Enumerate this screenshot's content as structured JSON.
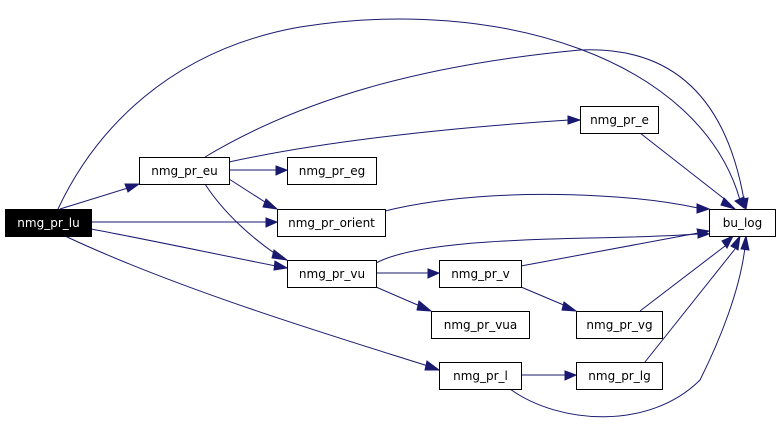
{
  "colors": {
    "edge": "#191970",
    "node_border": "#000000",
    "node_fill": "#ffffff",
    "root_fill": "#000000",
    "root_text": "#ffffff"
  },
  "nodes": [
    {
      "id": "lu",
      "label": "nmg_pr_lu",
      "root": true
    },
    {
      "id": "eu",
      "label": "nmg_pr_eu"
    },
    {
      "id": "eg",
      "label": "nmg_pr_eg"
    },
    {
      "id": "orient",
      "label": "nmg_pr_orient"
    },
    {
      "id": "vu",
      "label": "nmg_pr_vu"
    },
    {
      "id": "v",
      "label": "nmg_pr_v"
    },
    {
      "id": "vua",
      "label": "nmg_pr_vua"
    },
    {
      "id": "vg",
      "label": "nmg_pr_vg"
    },
    {
      "id": "l",
      "label": "nmg_pr_l"
    },
    {
      "id": "lg",
      "label": "nmg_pr_lg"
    },
    {
      "id": "e",
      "label": "nmg_pr_e"
    },
    {
      "id": "bulog",
      "label": "bu_log"
    }
  ],
  "edges": [
    {
      "from": "lu",
      "to": "bulog"
    },
    {
      "from": "lu",
      "to": "eu"
    },
    {
      "from": "lu",
      "to": "orient"
    },
    {
      "from": "lu",
      "to": "vu"
    },
    {
      "from": "lu",
      "to": "l"
    },
    {
      "from": "eu",
      "to": "bulog"
    },
    {
      "from": "eu",
      "to": "e"
    },
    {
      "from": "eu",
      "to": "eg"
    },
    {
      "from": "eu",
      "to": "orient"
    },
    {
      "from": "eu",
      "to": "vu"
    },
    {
      "from": "e",
      "to": "bulog"
    },
    {
      "from": "orient",
      "to": "bulog"
    },
    {
      "from": "vu",
      "to": "bulog"
    },
    {
      "from": "vu",
      "to": "v"
    },
    {
      "from": "vu",
      "to": "vua"
    },
    {
      "from": "v",
      "to": "bulog"
    },
    {
      "from": "v",
      "to": "vg"
    },
    {
      "from": "vg",
      "to": "bulog"
    },
    {
      "from": "l",
      "to": "lg"
    },
    {
      "from": "l",
      "to": "bulog"
    },
    {
      "from": "lg",
      "to": "bulog"
    }
  ]
}
